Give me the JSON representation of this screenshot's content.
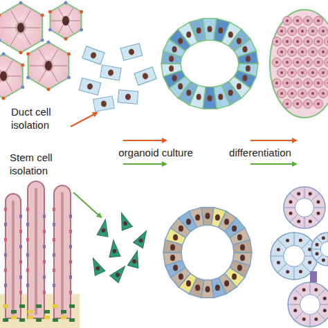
{
  "diagram": {
    "labels": [
      "Duct cell isolation",
      "Stem cell isolation",
      "organoid culture",
      "differentiation"
    ]
  }
}
